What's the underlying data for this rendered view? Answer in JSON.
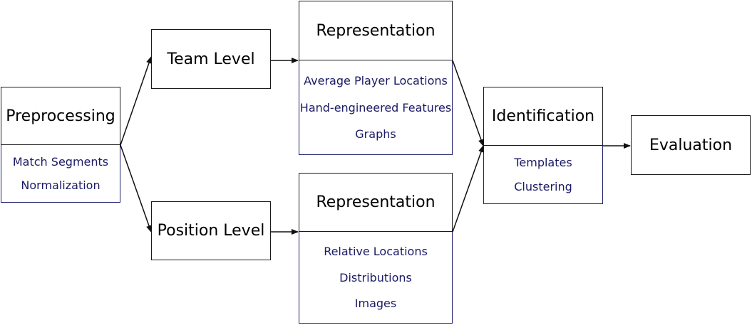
{
  "nodes": {
    "preprocessing": {
      "title": "Preprocessing",
      "items": [
        "Match Segments",
        "Normalization"
      ]
    },
    "team_level": {
      "title": "Team Level"
    },
    "position_level": {
      "title": "Position Level"
    },
    "representation_team": {
      "title": "Representation",
      "items": [
        "Average Player Locations",
        "Hand-engineered Features",
        "Graphs"
      ]
    },
    "representation_position": {
      "title": "Representation",
      "items": [
        "Relative Locations",
        "Distributions",
        "Images"
      ]
    },
    "identification": {
      "title": "Identification",
      "items": [
        "Templates",
        "Clustering"
      ]
    },
    "evaluation": {
      "title": "Evaluation"
    }
  },
  "colors": {
    "border": "#1a1a1a",
    "sub_border": "#1f1f6e",
    "sub_text": "#1a1a66"
  }
}
